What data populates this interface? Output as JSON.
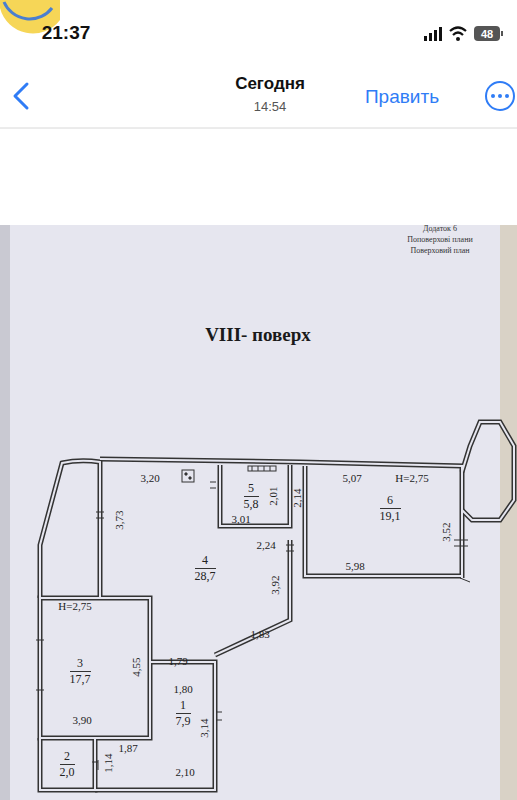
{
  "diagram": {
    "title": "VIII- поверх",
    "nodes": [
      {
        "text": [
          "5",
          "5,8"
        ]
      },
      {
        "text": [
          "6",
          "19,1"
        ]
      },
      {
        "text": [
          "4",
          "28,7"
        ]
      },
      {
        "text": [
          "3",
          "17,7"
        ]
      },
      {
        "text": [
          "1",
          "7,9"
        ]
      },
      {
        "text": [
          "2",
          "2,0"
        ]
      }
    ],
    "labels": [
      "21:37",
      "48",
      "Сегодня",
      "14:54",
      "Править",
      "Додаток 6",
      "Поповерхові плани",
      "Поверховий план",
      "3,20",
      "2,01",
      "3,01",
      "2,14",
      "5,07",
      "H=2,75",
      "3,52",
      "5,98",
      "3,73",
      "2,24",
      "3,92",
      "1,83",
      "H=2,75",
      "4,55",
      "1,79",
      "3,90",
      "1,80",
      "3,14",
      "1,87",
      "1,14",
      "2,10"
    ]
  }
}
